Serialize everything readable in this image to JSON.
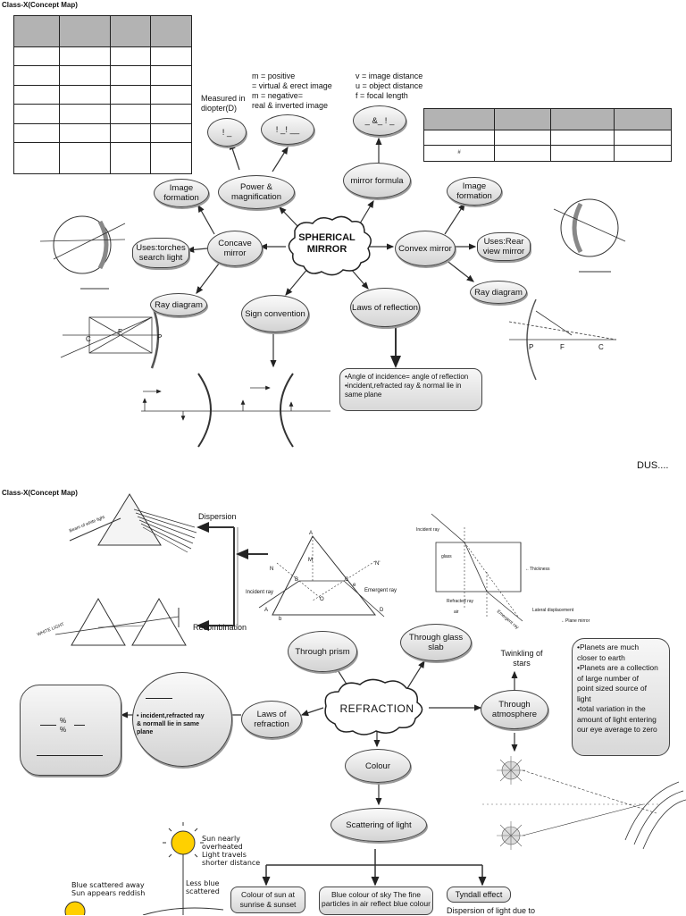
{
  "page1": {
    "header": "Class-X(Concept Map)",
    "formula_notes_left": [
      "m = positive",
      "   = virtual & erect image",
      "m = negative=",
      "      real & inverted image"
    ],
    "formula_notes_right": [
      "v = image distance",
      "u = object distance",
      "f = focal length"
    ],
    "measured_label": "Measured in diopter(D)",
    "small_bubbles": [
      "! _",
      "!  _! __",
      "_ &_ !  _"
    ],
    "center_label": "SPHERICAL MIRROR",
    "nodes": {
      "power": "Power & magnification",
      "mirror_formula": "mirror formula",
      "image_formation_left": "Image formation",
      "image_formation_right": "Image formation",
      "concave": "Concave mirror",
      "convex": "Convex mirror",
      "uses_left": "Uses:torches search light",
      "uses_right": "Uses:Rear view mirror",
      "ray_left": "Ray diagram",
      "ray_right": "Ray diagram",
      "sign": "Sign convention",
      "laws": "Laws of reflection"
    },
    "laws_note": [
      "•Angle of incidence= angle of reflection",
      "•incident,refracted ray & normal lie in",
      "same plane"
    ],
    "diagram_labels": {
      "c": "C",
      "f": "F",
      "p": "P",
      "p2": "P",
      "f2": "F",
      "c2": "C"
    },
    "table_small_mark": "#",
    "footer": "DUS...."
  },
  "page2": {
    "header": "Class-X(Concept Map)",
    "dispersion": "Dispersion",
    "recombination": "Recombination",
    "beam_label": "Beam of white light",
    "white_light": "WHITE LIGHT",
    "prism_labels": {
      "a": "A",
      "n": "N",
      "m": "M",
      "n2": "N'",
      "incident": "Incident ray",
      "emergent": "Emergent ray",
      "b": "B",
      "c": "C",
      "o": "O",
      "e": "e",
      "d": "D",
      "a2": "A",
      "b2": "b"
    },
    "slab_labels": {
      "incident": "Incident ray",
      "glass": "glass",
      "thickness": "←Thickness",
      "refracted": "Refracted ray",
      "air": "air",
      "emergent": "Emergent ray",
      "lateral": "Lateral displacement",
      "plane": "←Plane mirror"
    },
    "center_label": "REFRACTION",
    "nodes": {
      "prism": "Through prism",
      "glass_slab": "Through glass slab",
      "laws": "Laws of refraction",
      "atmosphere": "Through atmosphere",
      "colour": "Colour",
      "scattering": "Scattering of light",
      "sunset": "Colour of sun at sunrise & sunset",
      "sky": "Blue colour of sky The fine particles in air reflect blue colour",
      "tyndall": "Tyndall effect"
    },
    "twinkling": "Twinkling of stars",
    "planets_note": [
      "•Planets are much",
      "closer to earth",
      "•Planets are a collection",
      "of large number of",
      "point sized source of",
      "light",
      "•total variation in the",
      "amount of light entering",
      "our eye average to zero"
    ],
    "laws_circle_text": [
      "• incident,refracted ray",
      "& normall lie in same",
      "plane"
    ],
    "snell_fraction": "%",
    "sun_text_1": [
      "Sun nearly",
      "overheated",
      "Light travels",
      "shorter distance"
    ],
    "sun_text_2": [
      "Less blue",
      "scattered"
    ],
    "sun_text_3": [
      "Blue scattered away",
      "Sun appears reddish"
    ],
    "tyndall_text": "Dispersion of light due to"
  }
}
